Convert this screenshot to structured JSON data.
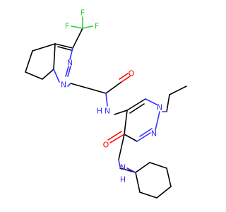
{
  "colors": {
    "carbon": "#000000",
    "nitrogen": "#3333ff",
    "oxygen": "#ff0000",
    "fluorine": "#33cc33",
    "background": "#ffffff"
  },
  "atoms": {
    "f1": "F",
    "f2": "F",
    "f3": "F",
    "n_ring1_top": "N",
    "n_ring1_bottom": "N",
    "o_acetamide": "O",
    "nh_acetamide": "N",
    "h_acetamide": "H",
    "n_pyrazole_ethyl": "N",
    "n_pyrazole_2": "N",
    "o_carboxamide": "O",
    "nh_carboxamide": "N",
    "h_carboxamide": "H"
  }
}
